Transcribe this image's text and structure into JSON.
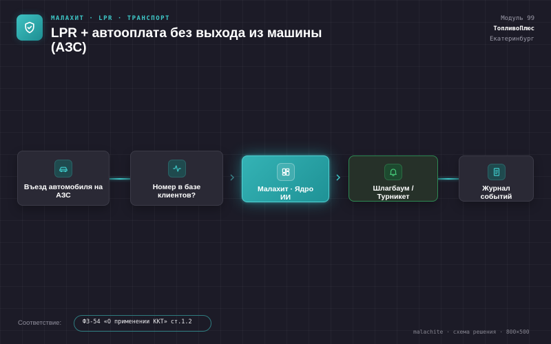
{
  "header": {
    "eyebrow": "МАЛАХИТ · LPR · ТРАНСПОРТ",
    "title": "LPR + автооплата без выхода из машины (АЗС)",
    "logo_icon": "shield-check-icon"
  },
  "meta": {
    "module": "Модуль 99",
    "company": "ТопливоПлюс",
    "city": "Екатеринбург"
  },
  "flow": {
    "nodes": [
      {
        "label": "Въезд автомобиля на АЗС",
        "icon": "car-icon"
      },
      {
        "label": "Номер в базе клиентов?",
        "icon": "activity-icon"
      },
      {
        "label": "Малахит · Ядро ИИ",
        "icon": "layout-grid-icon"
      },
      {
        "label": "Шлагбаум / Турникет",
        "icon": "bell-icon"
      },
      {
        "label": "Журнал событий",
        "icon": "document-icon"
      }
    ]
  },
  "compliance": {
    "label": "Соответствие:",
    "value": "ФЗ-54 «О применении ККТ» ст.1.2"
  },
  "footer": {
    "text": "malachite · схема решения · 800×500"
  },
  "colors": {
    "accent": "#3ec9c9",
    "background": "#1c1b27",
    "gate_border": "#2e8a54"
  }
}
